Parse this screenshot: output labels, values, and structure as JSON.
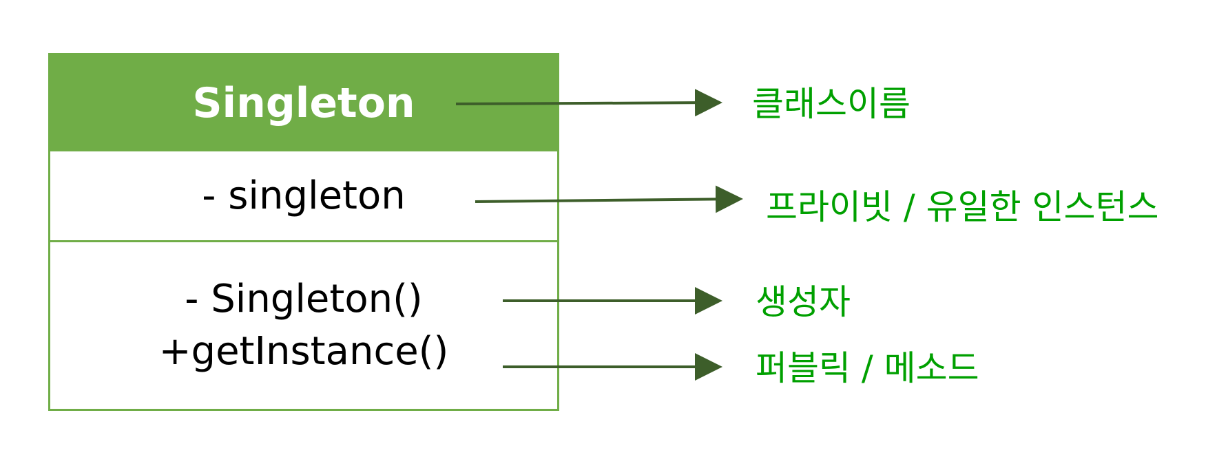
{
  "class_box": {
    "name": "Singleton",
    "attribute": "- singleton",
    "methods": [
      "- Singleton()",
      "+getInstance()"
    ]
  },
  "annotations": {
    "class_name": "클래스이름",
    "attribute": "프라이빗 / 유일한 인스턴스",
    "constructor": "생성자",
    "method": "퍼블릭 / 메소드"
  },
  "colors": {
    "header_fill": "#70ad47",
    "border": "#70ad47",
    "annotation_text": "#00a000",
    "arrow": "#3d5e2a"
  }
}
